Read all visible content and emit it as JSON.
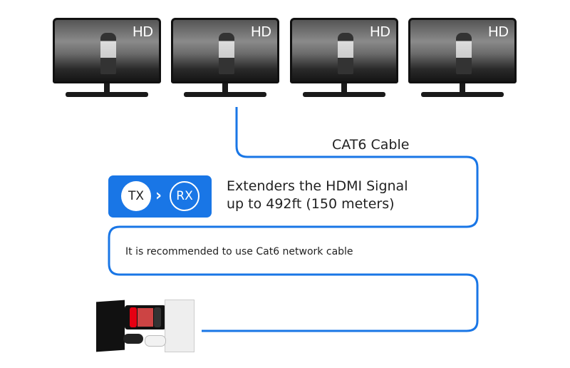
{
  "monitors": [
    {
      "badge": "HD"
    },
    {
      "badge": "HD"
    },
    {
      "badge": "HD"
    },
    {
      "badge": "HD"
    }
  ],
  "cable_label": "CAT6 Cable",
  "badge": {
    "tx": "TX",
    "rx": "RX"
  },
  "headline": {
    "line1": "Extenders the HDMI Signal",
    "line2": "up to 492ft (150 meters)"
  },
  "note": "It is recommended to use Cat6 network cable",
  "colors": {
    "accent": "#1976e6"
  }
}
